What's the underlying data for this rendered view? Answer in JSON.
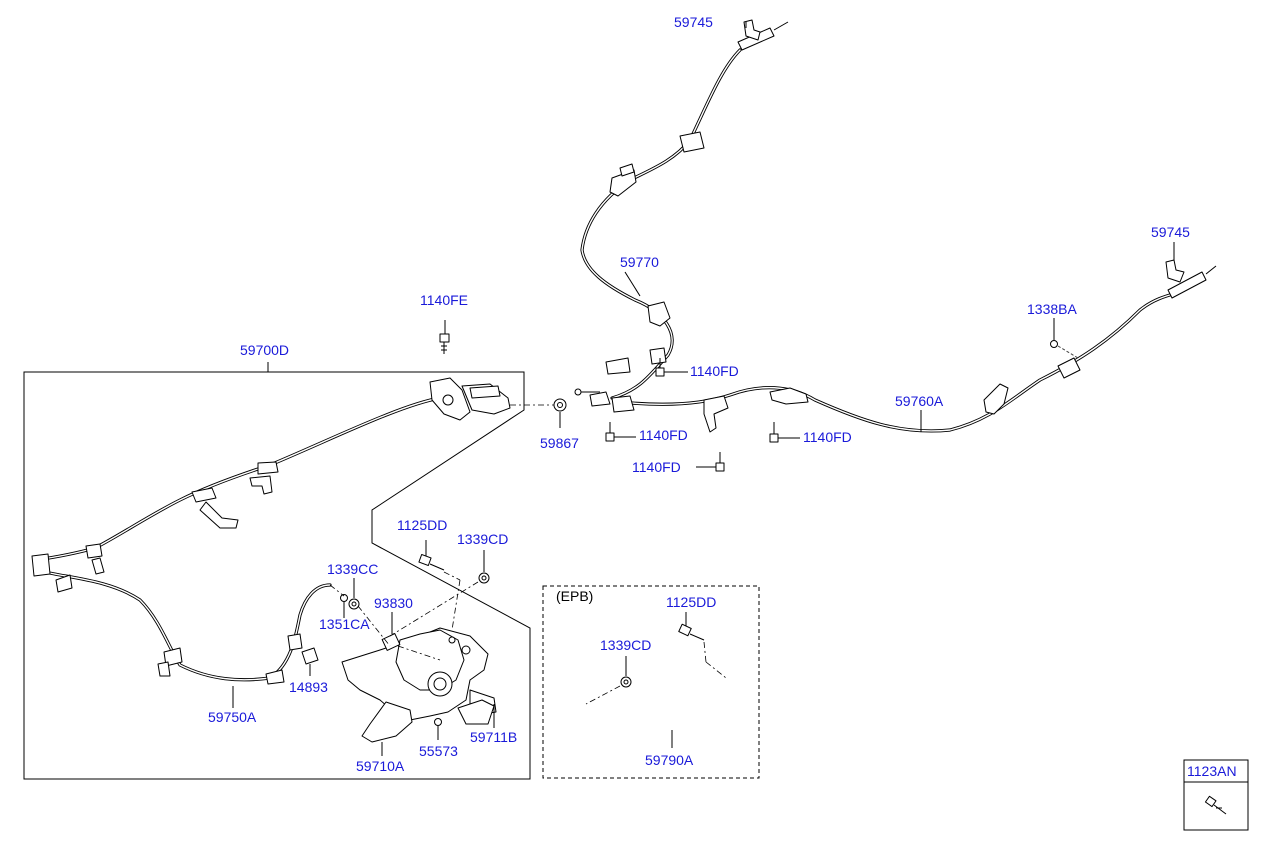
{
  "labels": {
    "p59745_top": "59745",
    "p59745_right": "59745",
    "p59770": "59770",
    "p1140FE": "1140FE",
    "p59700D": "59700D",
    "p1338BA": "1338BA",
    "p1140FD_a": "1140FD",
    "p59760A": "59760A",
    "p59867": "59867",
    "p1140FD_b": "1140FD",
    "p1140FD_c": "1140FD",
    "p1140FD_d": "1140FD",
    "p1125DD": "1125DD",
    "p1339CD": "1339CD",
    "p1339CC": "1339CC",
    "p93830": "93830",
    "p1351CA": "1351CA",
    "p14893": "14893",
    "p59750A": "59750A",
    "p55573": "55573",
    "p59711B": "59711B",
    "p59710A": "59710A",
    "epb_title": "(EPB)",
    "epb_1125DD": "1125DD",
    "epb_1339CD": "1339CD",
    "epb_59790A": "59790A",
    "p1123AN": "1123AN"
  },
  "colors": {
    "label": "#1a1ad9",
    "line": "#000000",
    "background": "#ffffff"
  }
}
